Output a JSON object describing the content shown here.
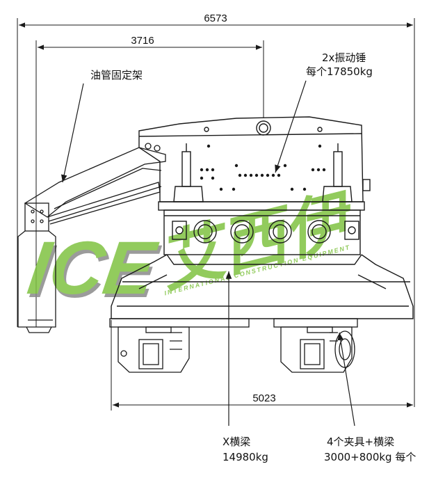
{
  "dimensions": {
    "overall_width": "6573",
    "center_to_crane": "3716",
    "bottom_width": "5023"
  },
  "labels": {
    "pipe_holder": "油管固定架",
    "vibro_hammer_line1": "2x振动锤",
    "vibro_hammer_line2": "每个17850kg",
    "crossbeam_line1": "X横梁",
    "crossbeam_line2": "14980kg",
    "clamps_line1": "4个夹具+横梁",
    "clamps_line2": "3000+800kg 每个"
  },
  "watermark": {
    "brand": "ICE",
    "brand_cn": "艾西伊",
    "tagline": "INTERNATIONAL CONSTRUCTION EQUIPMENT"
  },
  "colors": {
    "line": "#1a1a1a",
    "watermark_green": "#7fc241",
    "watermark_shadow": "#8a8a8a"
  }
}
